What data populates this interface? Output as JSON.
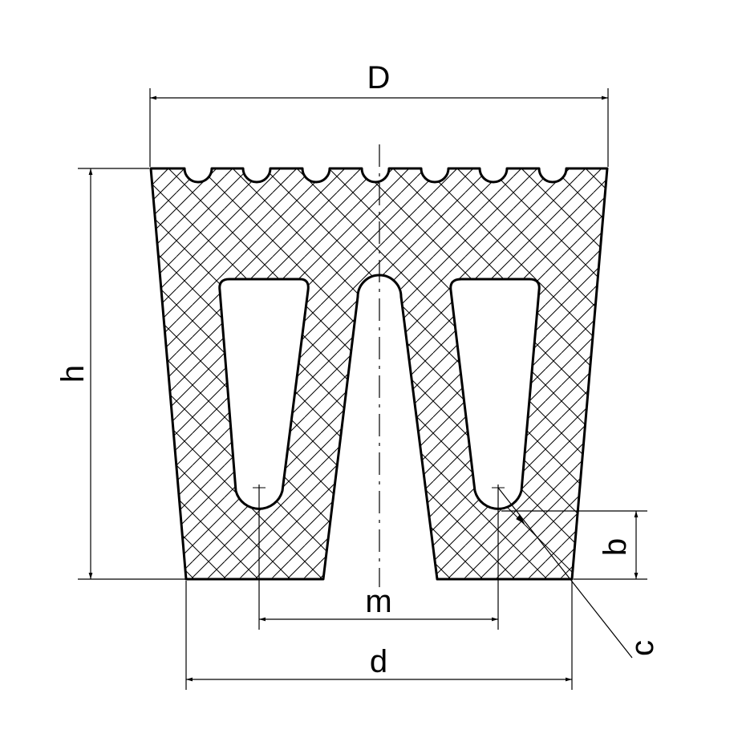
{
  "drawing": {
    "labels": {
      "D": "D",
      "h": "h",
      "m": "m",
      "d": "d",
      "b": "b",
      "c": "c"
    },
    "colors": {
      "ink": "#000000",
      "background": "#ffffff"
    }
  }
}
